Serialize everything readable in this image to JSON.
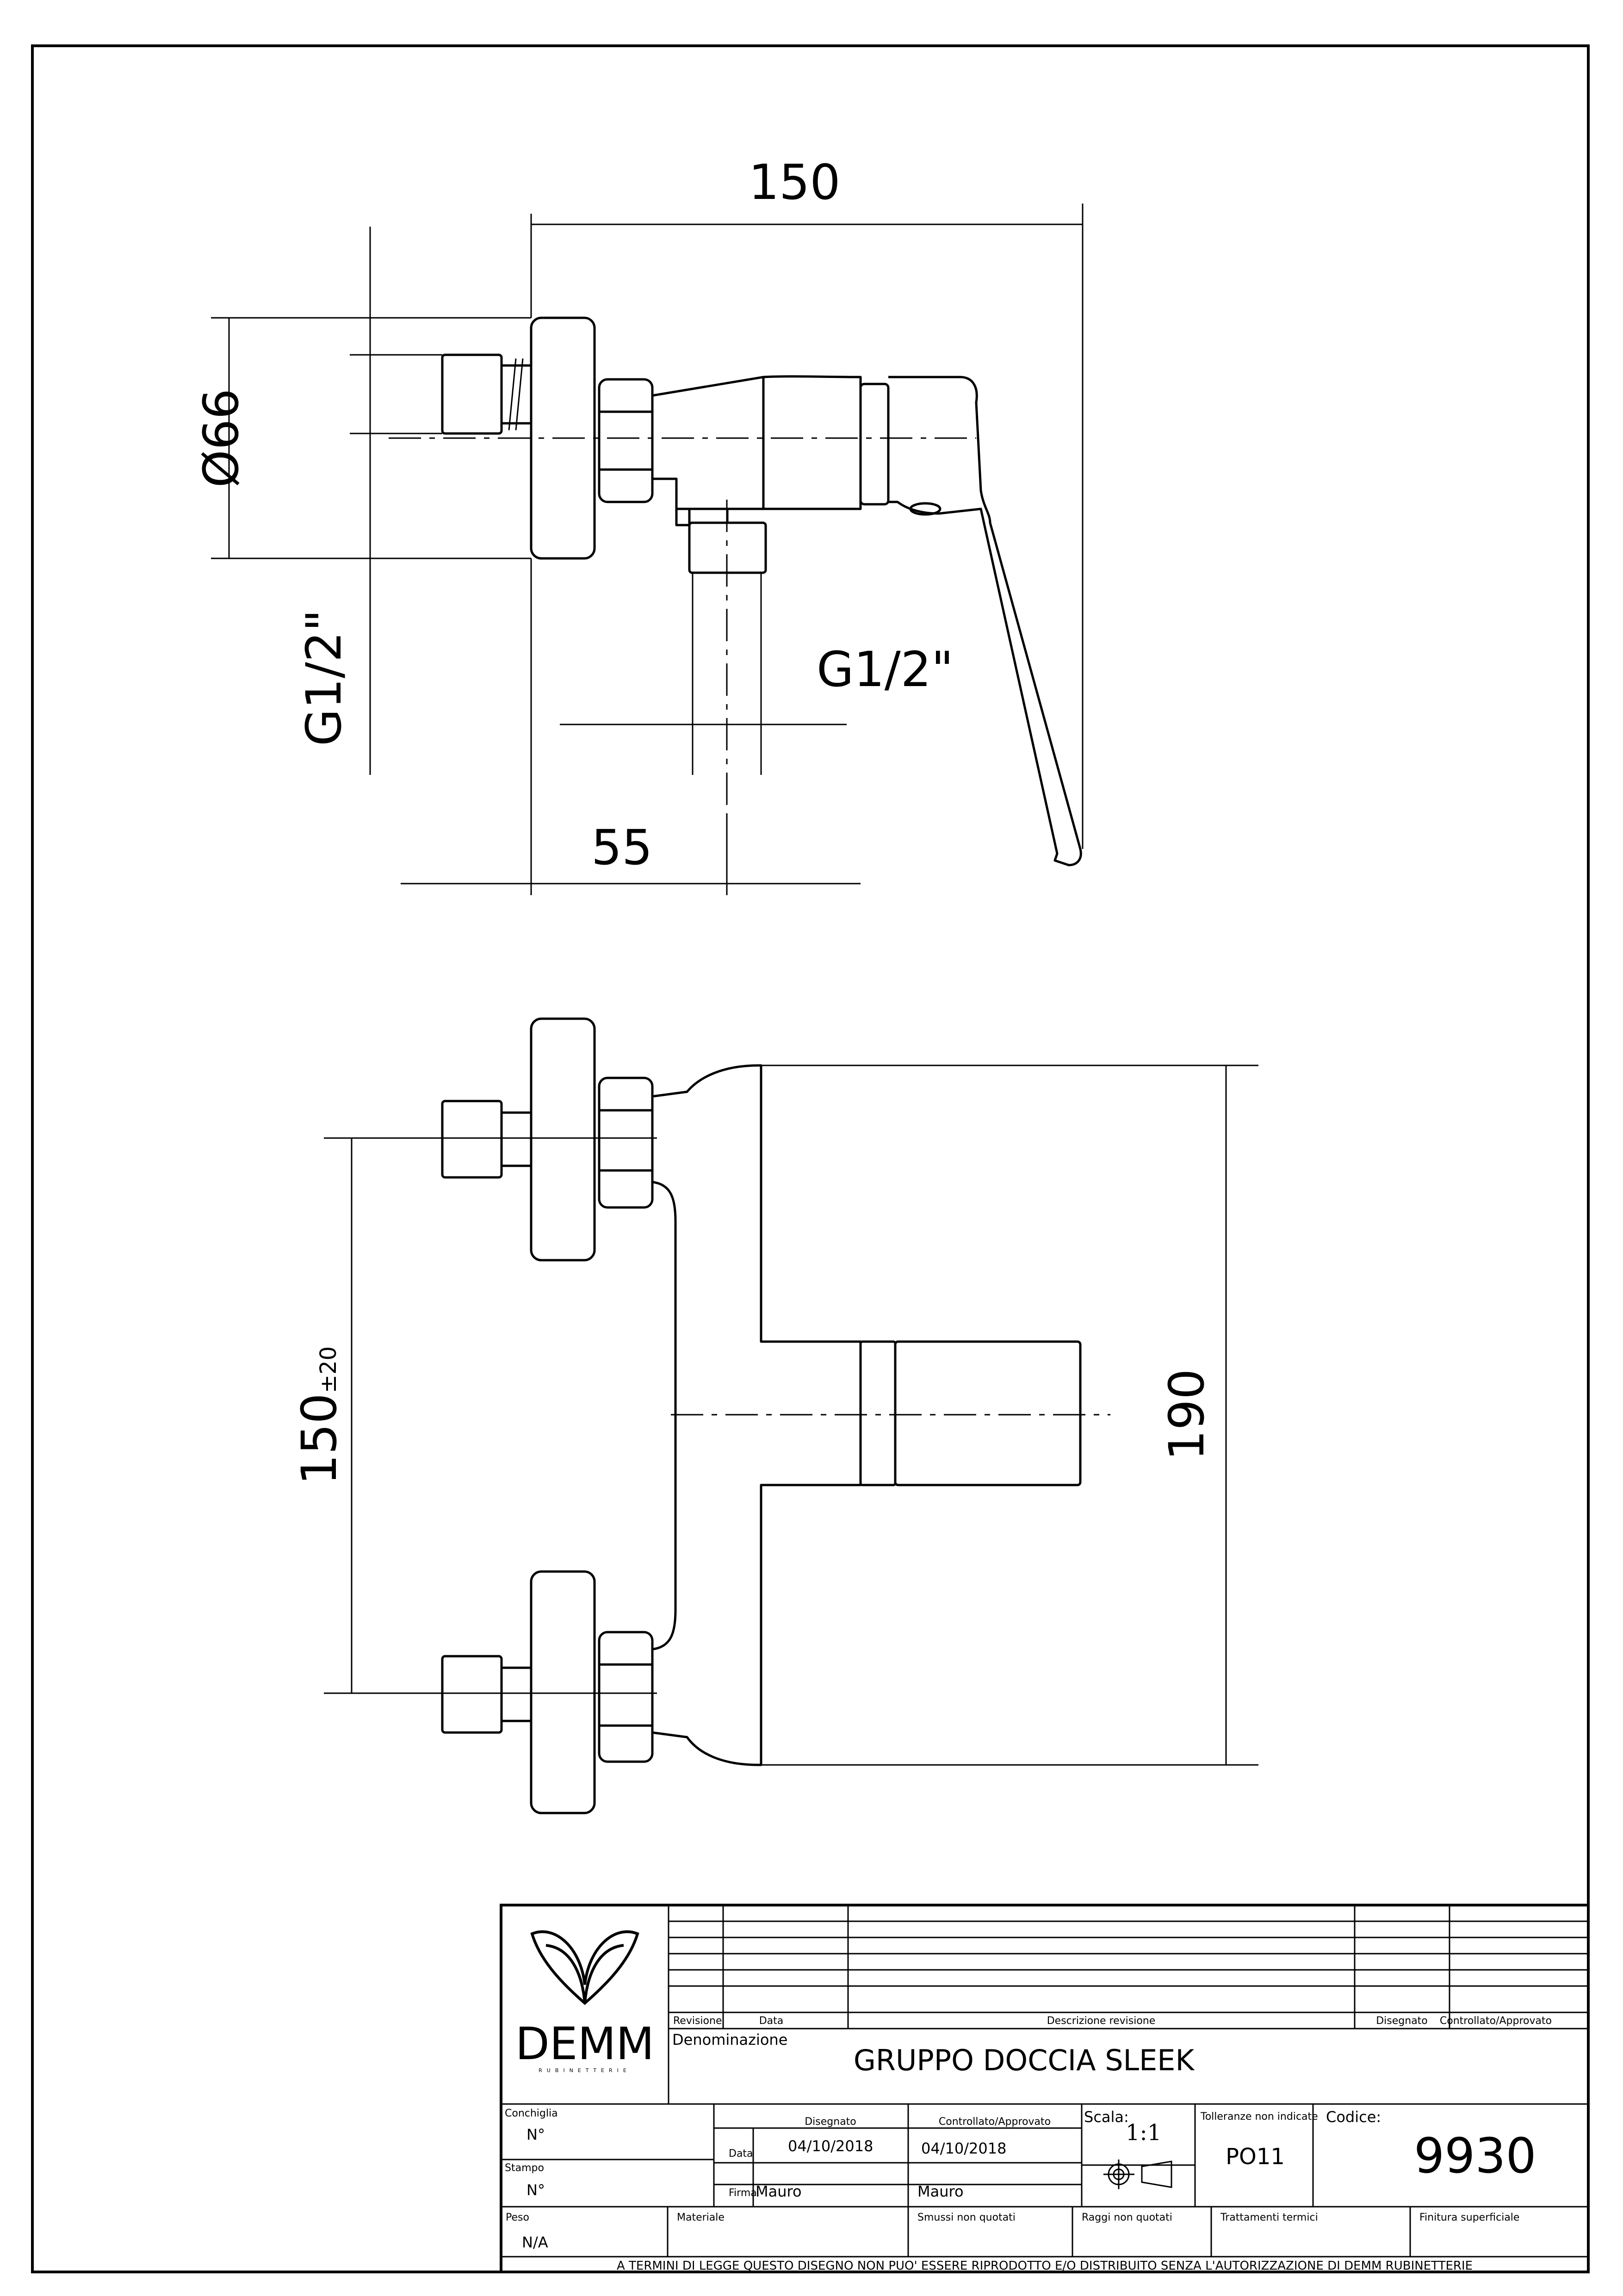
{
  "drawing": {
    "dimensions": {
      "top_width": "150",
      "diameter": "Ø66",
      "thread_left": "G1/2\"",
      "thread_outlet": "G1/2\"",
      "depth": "55",
      "centers_value": "150",
      "centers_tolerance": "±20",
      "height": "190"
    }
  },
  "title_block": {
    "logo": {
      "name": "DEMM",
      "tagline": "RUBINETTERIE"
    },
    "revision_headers": {
      "revisione": "Revisione",
      "data": "Data",
      "descrizione": "Descrizione revisione",
      "disegnato": "Disegnato",
      "controllato": "Controllato/Approvato"
    },
    "denominazione_label": "Denominazione",
    "title": "GRUPPO DOCCIA SLEEK",
    "conchiglia_label": "Conchiglia",
    "conchiglia_value": "N°",
    "stampo_label": "Stampo",
    "stampo_value": "N°",
    "disegnato_label": "Disegnato",
    "controllato_label": "Controllato/Approvato",
    "data_label": "Data",
    "firma_label": "Firma",
    "disegnato_date": "04/10/2018",
    "controllato_date": "04/10/2018",
    "disegnato_firma": "Mauro",
    "controllato_firma": "Mauro",
    "scala_label": "Scala:",
    "scala_value": "1:1",
    "tolleranze_label": "Tolleranze non indicate",
    "tolleranze_value": "PO11",
    "codice_label": "Codice:",
    "codice_value": "9930",
    "peso_label": "Peso",
    "peso_value": "N/A",
    "materiale_label": "Materiale",
    "smussi_label": "Smussi non quotati",
    "raggi_label": "Raggi non quotati",
    "trattamenti_label": "Trattamenti termici",
    "finitura_label": "Finitura superficiale",
    "copyright": "A TERMINI DI LEGGE QUESTO DISEGNO NON PUO' ESSERE RIPRODOTTO E/O DISTRIBUITO SENZA L'AUTORIZZAZIONE DI DEMM RUBINETTERIE"
  }
}
